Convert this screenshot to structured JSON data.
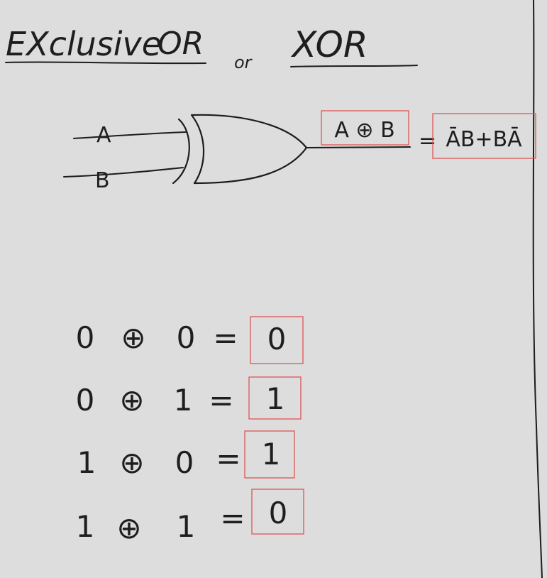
{
  "title": {
    "part1": "EXclusive",
    "part2": "OR",
    "connector": "or",
    "part3": "XOR"
  },
  "gate": {
    "input_a": "A",
    "input_b": "B",
    "output_label": "A ⊕ B",
    "equation_equals": "=",
    "equation_expression": "ĀB+BĀ"
  },
  "truth_table": [
    {
      "a": "0",
      "op": "⊕",
      "b": "0",
      "eq": "=",
      "result": "0"
    },
    {
      "a": "0",
      "op": "⊕",
      "b": "1",
      "eq": "=",
      "result": "1"
    },
    {
      "a": "1",
      "op": "⊕",
      "b": "0",
      "eq": "=",
      "result": "1"
    },
    {
      "a": "1",
      "op": "⊕",
      "b": "1",
      "eq": "=",
      "result": "0"
    }
  ],
  "colors": {
    "paper": "#dddddd",
    "ink": "#1c1c1c",
    "highlight_box": "#e05555"
  }
}
